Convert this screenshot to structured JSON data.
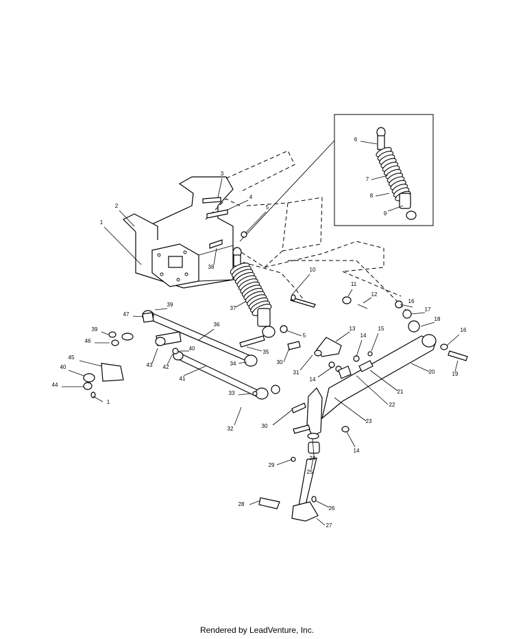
{
  "footer": "Rendered by LeadVenture, Inc.",
  "callouts": [
    "1",
    "2",
    "3",
    "4",
    "5",
    "6",
    "7",
    "8",
    "9",
    "10",
    "11",
    "12",
    "13",
    "14",
    "15",
    "16",
    "17",
    "18",
    "19",
    "20",
    "21",
    "22",
    "23",
    "24",
    "25",
    "26",
    "27",
    "28",
    "29",
    "30",
    "31",
    "32",
    "33",
    "34",
    "35",
    "36",
    "37",
    "38",
    "39",
    "40",
    "41",
    "42",
    "43",
    "44",
    "45",
    "46",
    "47"
  ]
}
